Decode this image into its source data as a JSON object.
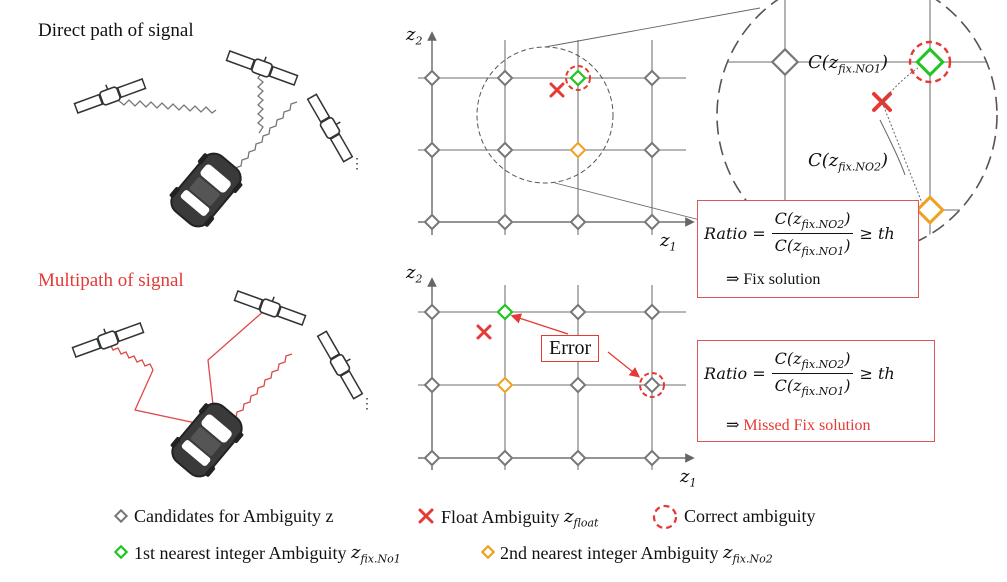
{
  "top_section": {
    "title": "Direct path of signal"
  },
  "bottom_section": {
    "title": "Multipath of signal"
  },
  "axes": {
    "z1": "z",
    "z1_sub": "1",
    "z2": "z",
    "z2_sub": "2"
  },
  "zoom": {
    "label_no1": "C(z",
    "label_no1_sub": "fix.NO1",
    "label_no1_close": ")",
    "label_no2": "C(z",
    "label_no2_sub": "fix.NO2",
    "label_no2_close": ")"
  },
  "top_box": {
    "ratio": "Ratio =",
    "num": "C(z",
    "num_sub": "fix.NO2",
    "num_close": ")",
    "den": "C(z",
    "den_sub": "fix.NO1",
    "den_close": ")",
    "cmp": "≥ th",
    "result_arrow": "⇒",
    "result": "Fix solution"
  },
  "bottom_box": {
    "ratio": "Ratio =",
    "num": "C(z",
    "num_sub": "fix.NO2",
    "num_close": ")",
    "den": "C(z",
    "den_sub": "fix.NO1",
    "den_close": ")",
    "cmp": "≥ th",
    "result_arrow": "⇒",
    "result": "Missed Fix solution"
  },
  "error_label": "Error",
  "legend": {
    "candidates": "Candidates for Ambiguity  z",
    "float": "Float Ambiguity",
    "float_sym": "z",
    "float_sub": "float",
    "correct": "Correct ambiguity",
    "first": "1st nearest integer Ambiguity",
    "first_sym": "z",
    "first_sub": "fix.No1",
    "second": "2nd nearest integer Ambiguity",
    "second_sym": "z",
    "second_sub": "fix.No2"
  },
  "colors": {
    "red": "#e53935",
    "green": "#22c422",
    "orange": "#f0a020",
    "grid": "#8a8a8a",
    "node": "#777777",
    "multipath": "#e04848"
  }
}
